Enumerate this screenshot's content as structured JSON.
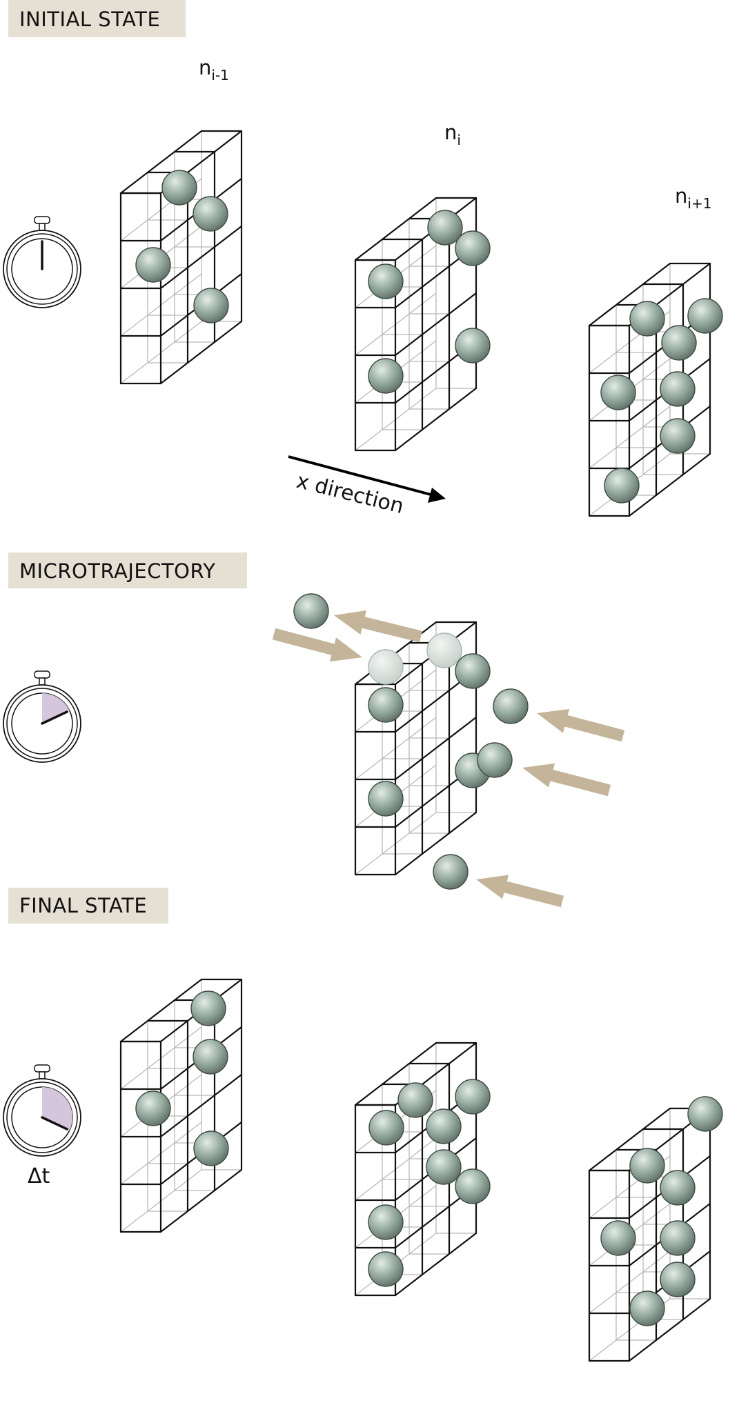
{
  "labels": {
    "initial_state": "INITIAL STATE",
    "microtrajectory": "MICROTRAJECTORY",
    "final_state": "FINAL STATE",
    "x_direction": "x direction",
    "delta_t": "Δt"
  },
  "columns": [
    {
      "base": "n",
      "sub": "i-1"
    },
    {
      "base": "n",
      "sub": "i"
    },
    {
      "base": "n",
      "sub": "i+1"
    }
  ],
  "colors": {
    "label_bg": "#e6e0d4",
    "particle": "#93a89e",
    "particle_faded": "#cfd8d3",
    "arrow": "#c4b59a",
    "stopwatch_fill": "#d6c6dc"
  },
  "icons": {
    "stopwatch": "stopwatch-icon",
    "particle": "particle-sphere-icon",
    "arrow": "arrow-icon"
  },
  "stopwatch_fill_fraction": [
    0,
    0.18,
    0.32
  ]
}
